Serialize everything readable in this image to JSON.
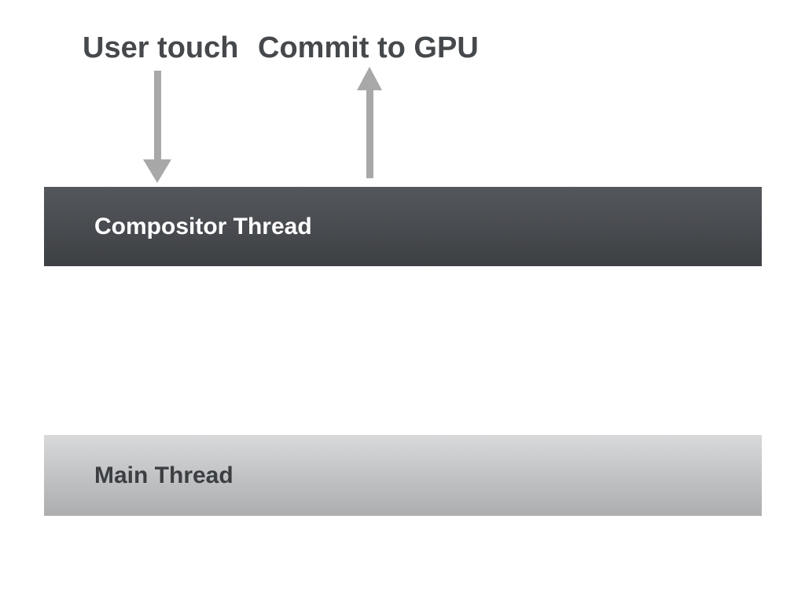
{
  "diagram": {
    "title_labels": {
      "user_touch": "User touch",
      "commit_to_gpu": "Commit to GPU"
    },
    "bars": {
      "compositor": {
        "label": "Compositor Thread"
      },
      "main": {
        "label": "Main Thread"
      }
    },
    "icons": {
      "down_arrow": "arrow-down-icon",
      "up_arrow": "arrow-up-icon"
    },
    "colors": {
      "background": "#ffffff",
      "label_text": "#46494b",
      "arrow": "#a8a8a8",
      "compositor_top": "#54575c",
      "compositor_bottom": "#3d4043",
      "compositor_text": "#ffffff",
      "main_top": "#d7d9da",
      "main_bottom": "#abadaf",
      "main_text": "#3b3f42"
    }
  }
}
